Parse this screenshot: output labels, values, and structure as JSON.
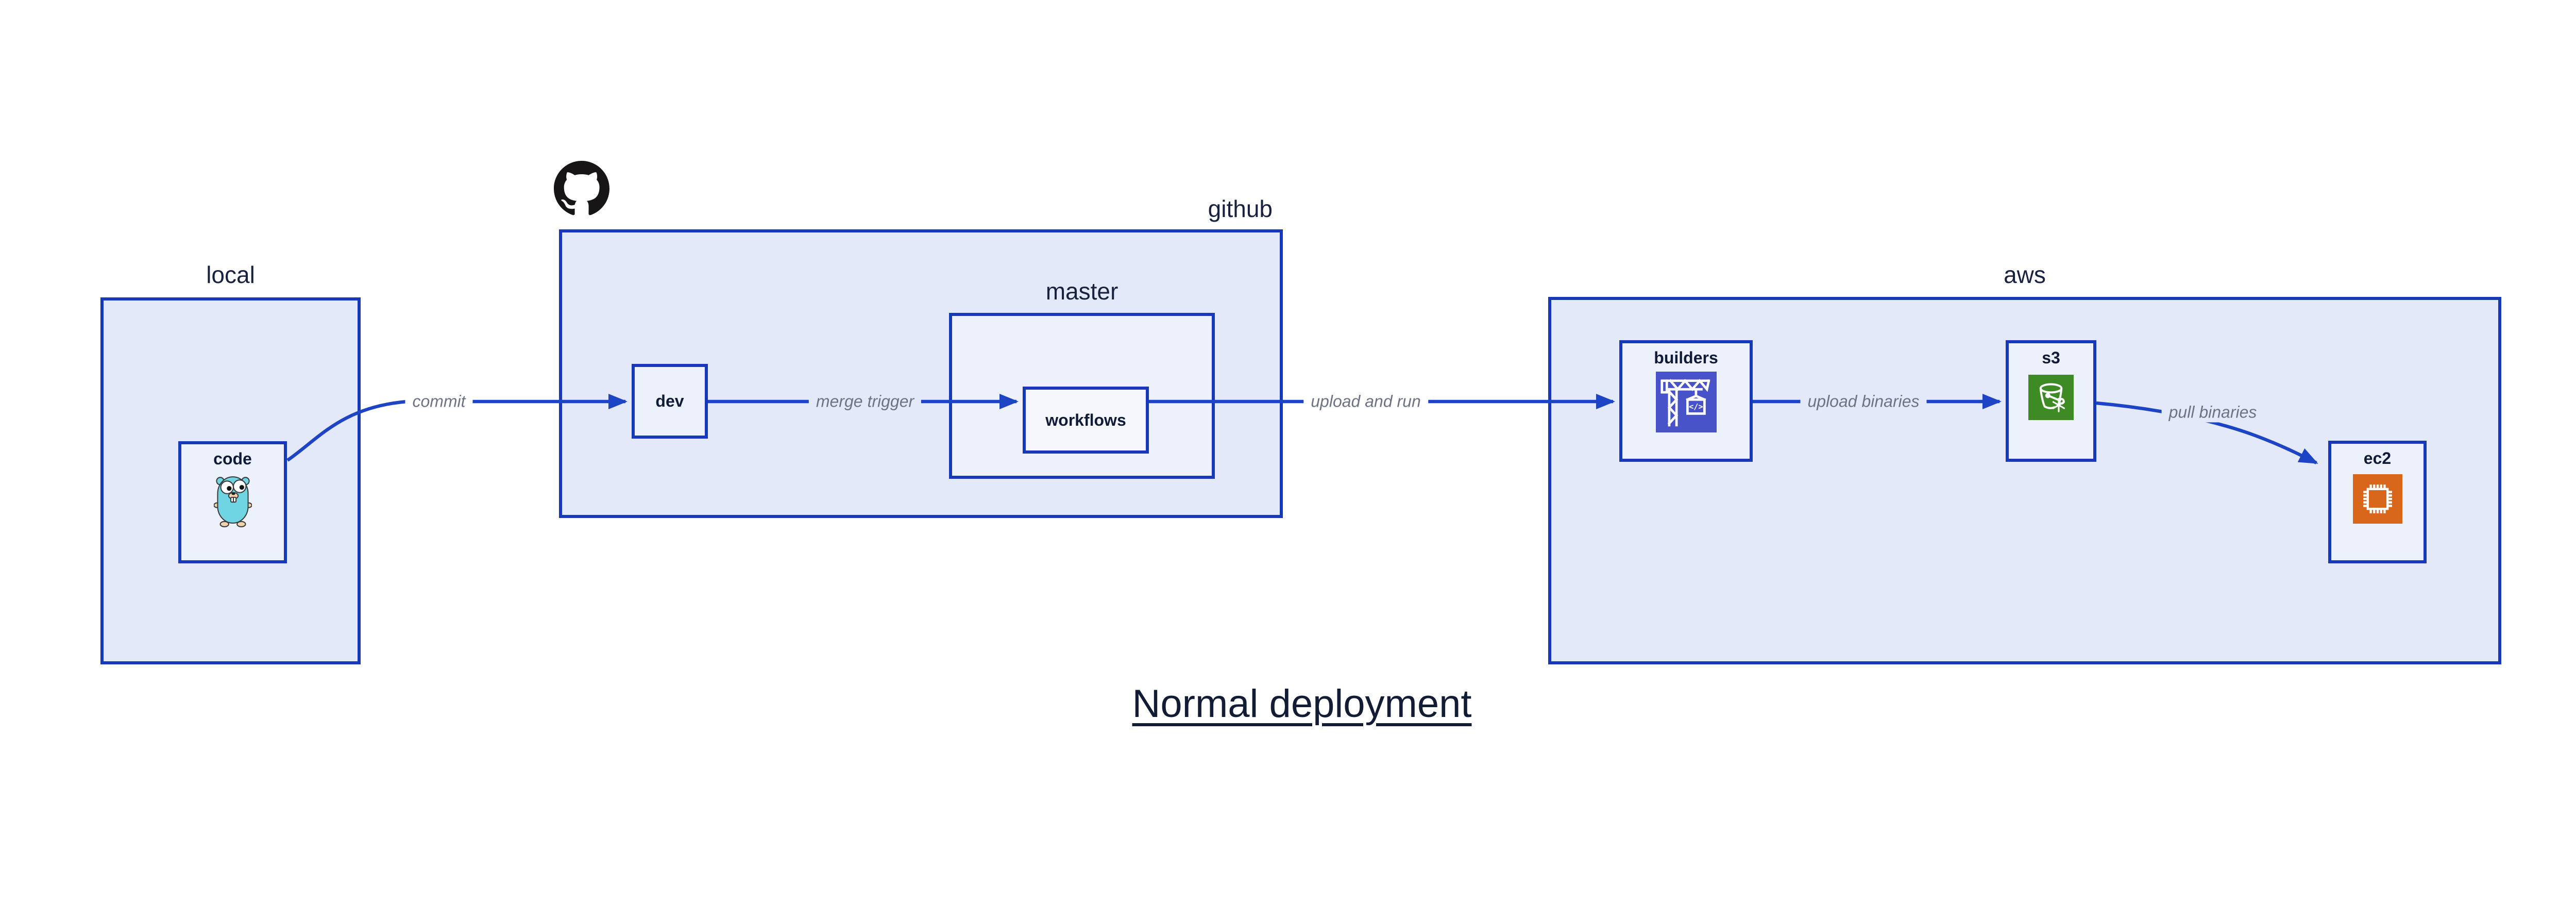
{
  "title": {
    "text": "Normal deployment"
  },
  "containers": {
    "local": {
      "label": "local"
    },
    "github": {
      "label": "github"
    },
    "master": {
      "label": "master"
    },
    "aws": {
      "label": "aws"
    }
  },
  "nodes": {
    "code": {
      "label": "code",
      "icon": "go-gopher-icon"
    },
    "dev": {
      "label": "dev"
    },
    "workflows": {
      "label": "workflows"
    },
    "builders": {
      "label": "builders",
      "icon": "codebuild-crane-icon",
      "icon_glyph": "</>"
    },
    "s3": {
      "label": "s3",
      "icon": "s3-glacier-bucket-icon"
    },
    "ec2": {
      "label": "ec2",
      "icon": "ec2-chip-icon"
    }
  },
  "edges": {
    "commit": {
      "label": "commit"
    },
    "merge_trigger": {
      "label": "merge trigger"
    },
    "upload_and_run": {
      "label": "upload and run"
    },
    "upload_binaries": {
      "label": "upload binaries"
    },
    "pull_binaries": {
      "label": "pull binaries"
    }
  },
  "logos": {
    "github_logo": "github-octocat-icon"
  },
  "colors": {
    "box_border": "#1638b9",
    "arrow": "#1d44c5",
    "container_fill": "#e3e9f9",
    "node_fill": "#edf1fc",
    "inner_node_fill": "#f5f7fd",
    "container_label": "#18223f",
    "node_label": "#101b38",
    "edge_label": "#6d7385",
    "title_color": "#131c35",
    "github_logo": "#171515",
    "builders_icon_bg": "#4853c9",
    "s3_icon_bg": "#3e8b26",
    "ec2_icon_bg": "#d9671b",
    "gopher_body": "#6fd5e2",
    "gopher_skin": "#efd2ae"
  }
}
